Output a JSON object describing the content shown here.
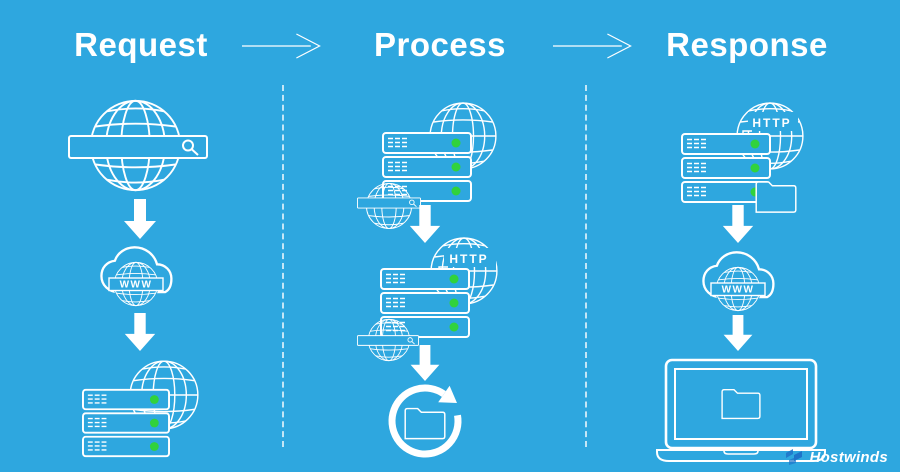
{
  "header": {
    "stages": [
      {
        "label": "Request"
      },
      {
        "label": "Process"
      },
      {
        "label": "Response"
      }
    ]
  },
  "icon_labels": {
    "www": "WWW",
    "http": "HTTP"
  },
  "colors": {
    "bg": "#2EA7DF",
    "line": "#FFFFFF",
    "led": "#31D23C",
    "logo": "#1E73C9"
  },
  "footer": {
    "brand": "Hostwinds"
  }
}
